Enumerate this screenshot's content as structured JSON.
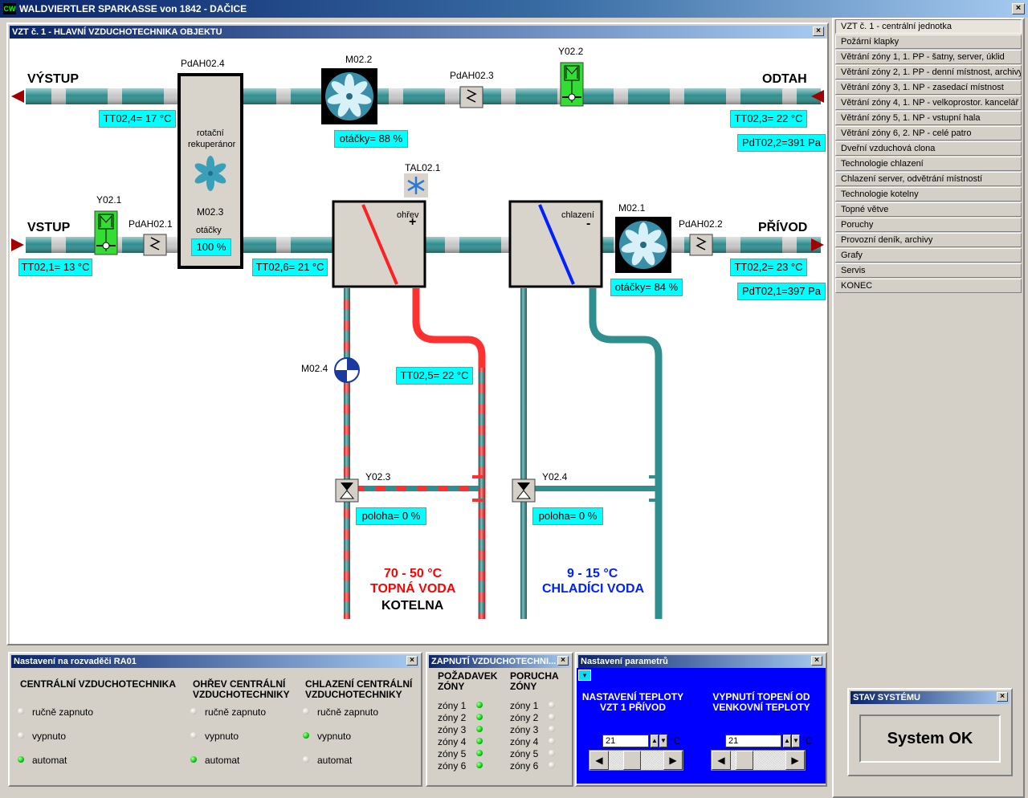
{
  "app": {
    "logo": "CW",
    "title": "WALDVIERTLER SPARKASSE von  1842 - DAČICE",
    "close": "×"
  },
  "diagram": {
    "title": "VZT č. 1 - HLAVNÍ VZDUCHOTECHNIKA OBJEKTU",
    "labels": {
      "vystup": "VÝSTUP",
      "odtah": "ODTAH",
      "vstup": "VSTUP",
      "privod": "PŘÍVOD",
      "pdah024": "PdAH02.4",
      "pdah023": "PdAH02.3",
      "pdah021": "PdAH02.1",
      "pdah022": "PdAH02.2",
      "m022": "M02.2",
      "m021": "M02.1",
      "m023": "M02.3",
      "m024": "M02.4",
      "y022": "Y02.2",
      "y021": "Y02.1",
      "y023": "Y02.3",
      "y024": "Y02.4",
      "tal021": "TAL02.1",
      "rekup1": "rotační",
      "rekup2": "rekuperánor",
      "otacky": "otáčky",
      "ohrev": "ohřev",
      "chlazeni": "chlazení",
      "plus": "+",
      "minus": "-"
    },
    "values": {
      "tt024": "TT02,4= 17 °C",
      "tt023": "TT02,3= 22 °C",
      "pdt022": "PdT02,2=391 Pa",
      "otacky_m022": "otáčky= 88 %",
      "otacky_m023": "100 %",
      "tt021": "TT02,1= 13 °C",
      "tt026": "TT02,6= 21 °C",
      "tt022": "TT02,2= 23 °C",
      "pdt021": "PdT02,1=397 Pa",
      "otacky_m021": "otáčky= 84 %",
      "tt025": "TT02,5= 22 °C",
      "poloha_y023": "poloha=  0 %",
      "poloha_y024": "poloha=  0 %"
    },
    "heating": {
      "temp": "70 - 50 °C",
      "name": "TOPNÁ VODA",
      "source": "KOTELNA"
    },
    "cooling": {
      "temp": "9 - 15 °C",
      "name": "CHLADÍCI VODA"
    },
    "colors": {
      "pipe": "#2f8f8f",
      "hot": "#ff2020",
      "cold": "#0020ff",
      "label_bg": "#00ffff"
    }
  },
  "nav": {
    "items": [
      "VZT č. 1 - centrální jednotka",
      "Požární klapky",
      "Větrání zóny 1, 1. PP - šatny, server, úklid",
      "Větrání zóny 2, 1. PP - denní místnost, archivy",
      "Větrání zóny 3, 1. NP - zasedací místnost",
      "Větrání zóny 4, 1. NP - velkoprostor. kancelář",
      "Větrání zóny 5, 1. NP - vstupní hala",
      "Větrání zóny 6, 2. NP - celé patro",
      "Dveřní vzduchová clona",
      "Technologie chlazení",
      "Chlazení server, odvětrání místností",
      "Technologie kotelny",
      "Topné větve",
      "Poruchy",
      "Provozní deník, archivy",
      "Grafy",
      "Servis",
      "KONEC"
    ]
  },
  "ra01": {
    "title": "Nastavení na rozvaděči RA01",
    "columns": [
      {
        "header": "CENTRÁLNÍ VZDUCHOTECHNIKA",
        "options": [
          "ručně zapnuto",
          "vypnuto",
          "automat"
        ],
        "active": 2
      },
      {
        "header": "OHŘEV CENTRÁLNÍ VZDUCHOTECHNIKY",
        "options": [
          "ručně zapnuto",
          "vypnuto",
          "automat"
        ],
        "active": 2
      },
      {
        "header": "CHLAZENÍ CENTRÁLNÍ VZDUCHOTECHNIKY",
        "options": [
          "ručně zapnuto",
          "vypnuto",
          "automat"
        ],
        "active": 1
      }
    ]
  },
  "zapnuti": {
    "title": "ZAPNUTÍ VZDUCHOTECHNI...",
    "request_header": "POŽADAVEK ZÓNY",
    "fault_header": "PORUCHA ZÓNY",
    "zones": [
      "zóny 1",
      "zóny 2",
      "zóny 3",
      "zóny 4",
      "zóny 5",
      "zóny 6"
    ],
    "request_on": [
      true,
      true,
      true,
      true,
      true,
      true
    ],
    "fault_on": [
      false,
      false,
      false,
      false,
      false,
      false
    ]
  },
  "params": {
    "title": "Nastavení parametrů",
    "left_header": "NASTAVENÍ TEPLOTY VZT 1 PŘÍVOD",
    "right_header": "VYPNUTÍ TOPENÍ OD VENKOVNÍ TEPLOTY",
    "left_value": "21",
    "right_value": "21",
    "unit": "°C"
  },
  "status": {
    "title": "STAV SYSTÉMU",
    "value": "System OK"
  }
}
